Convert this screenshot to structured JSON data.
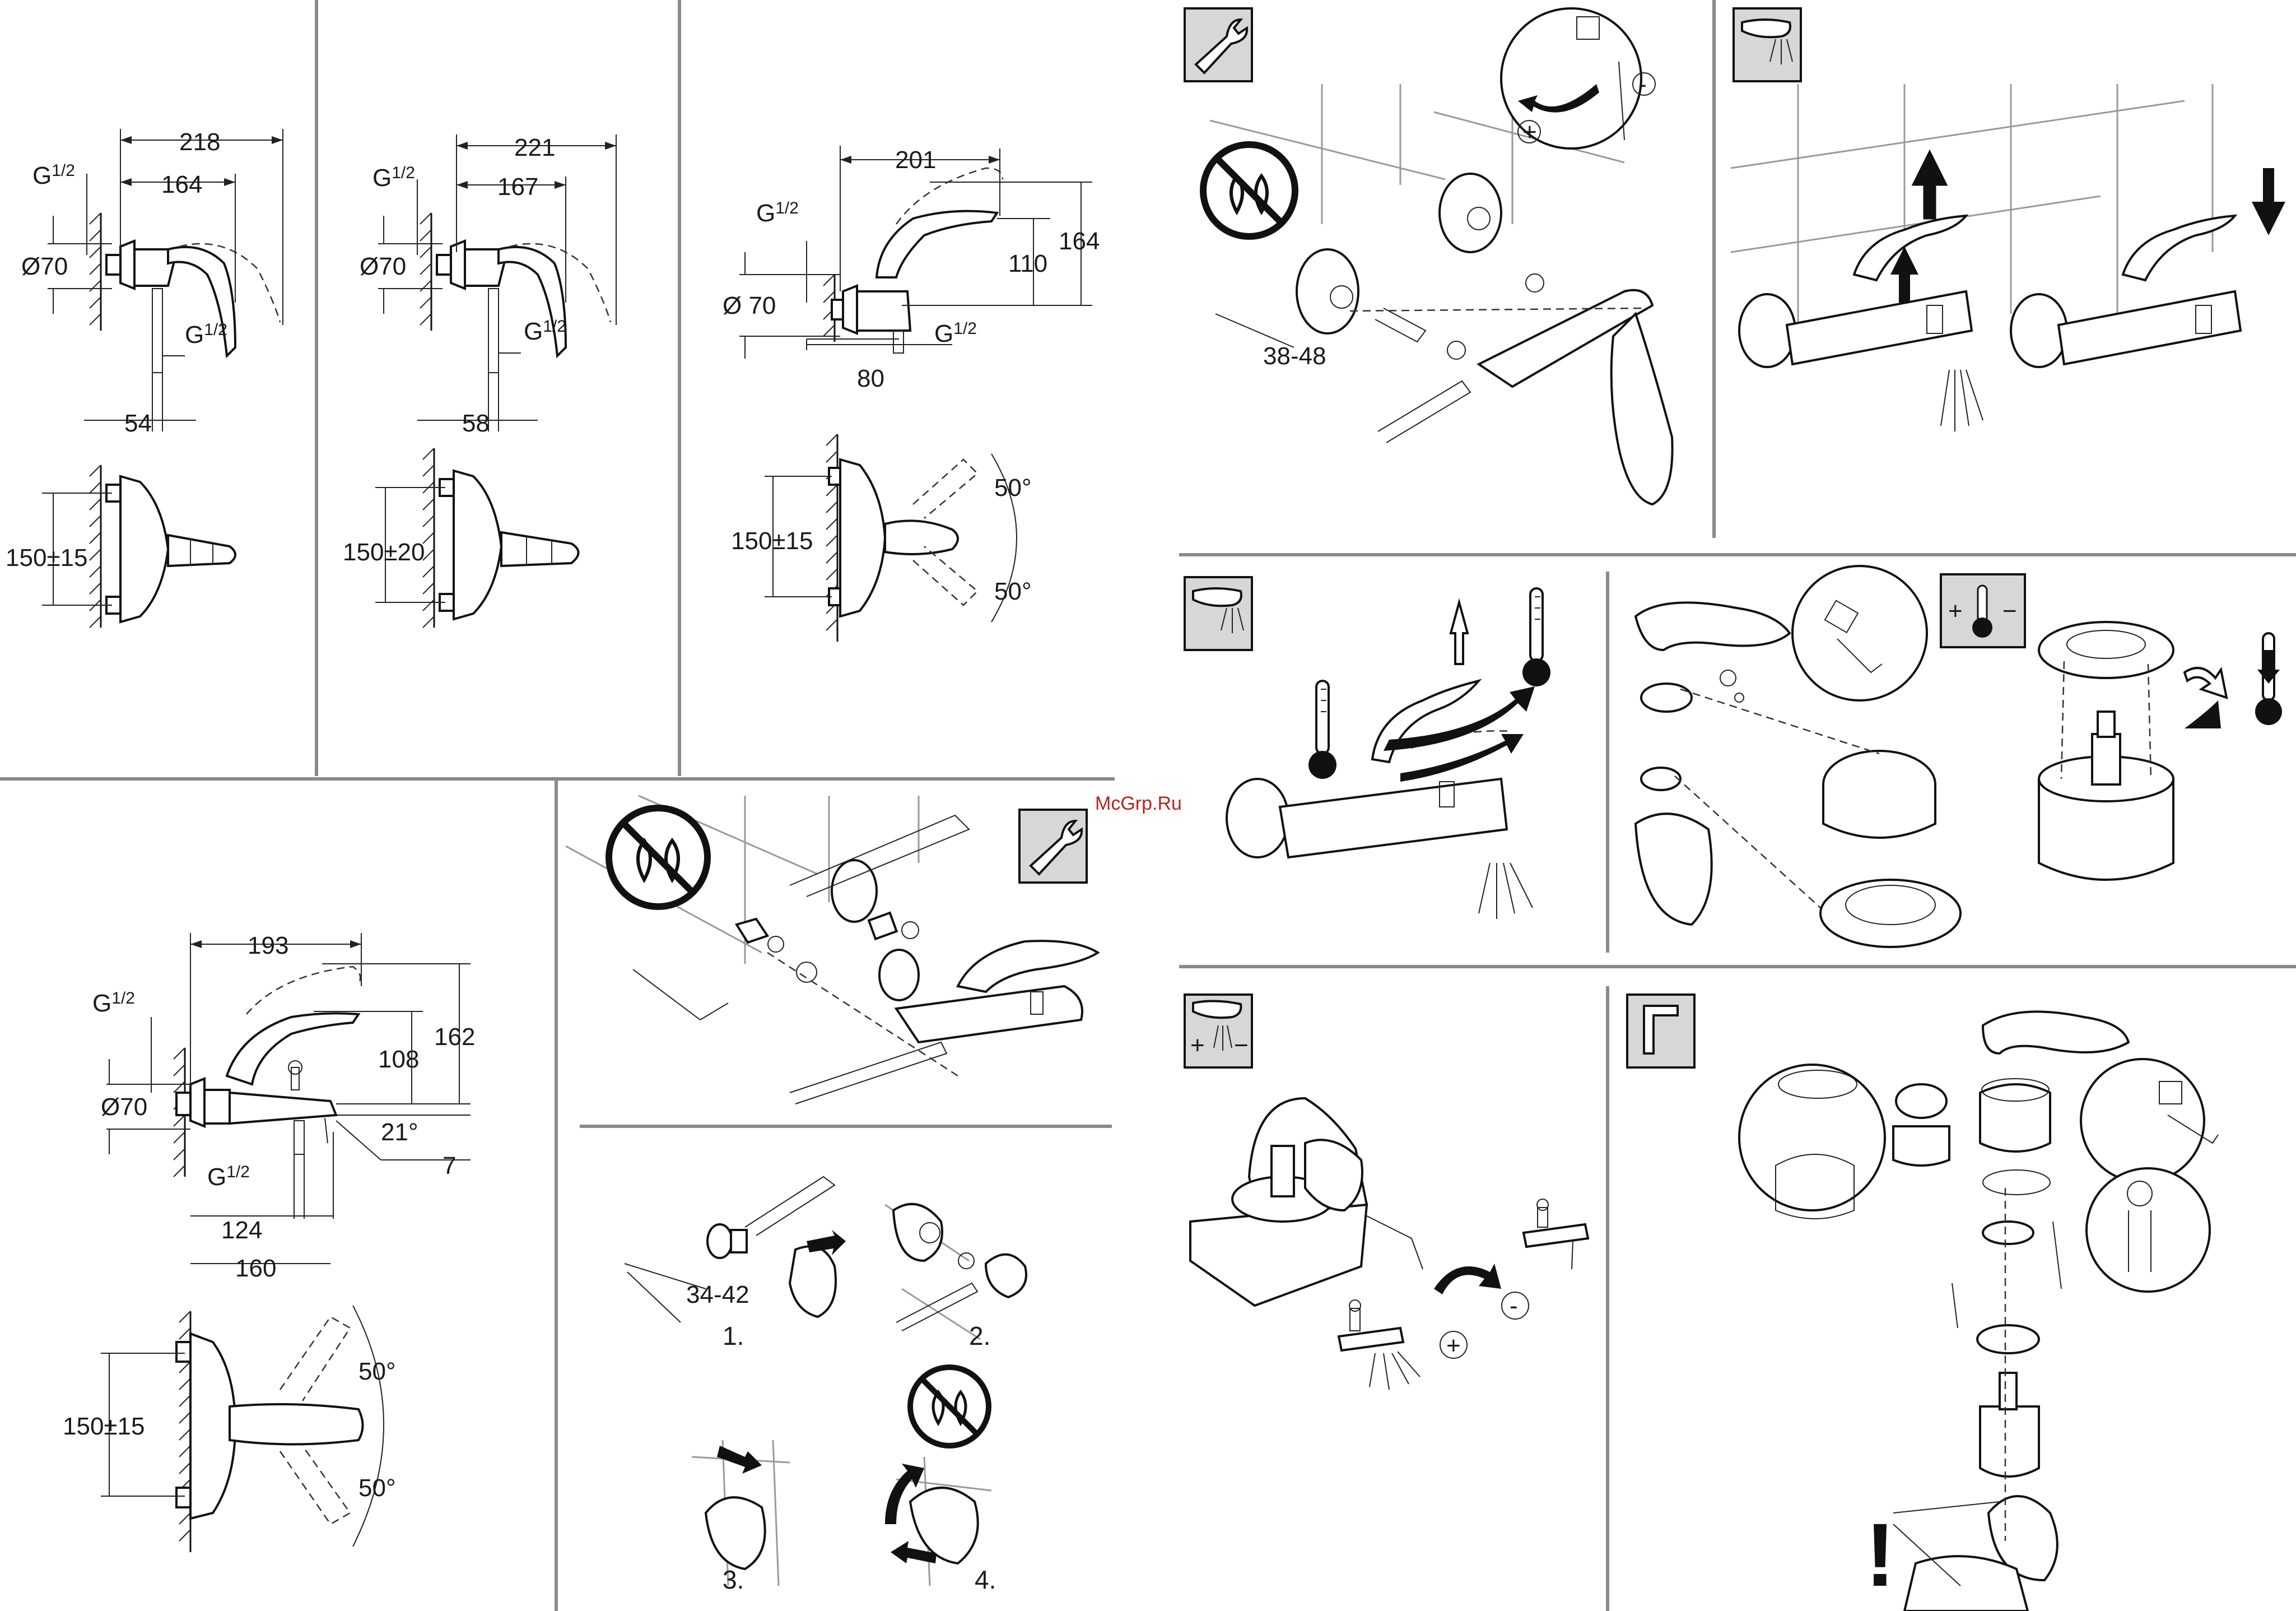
{
  "watermark": "McGrp.Ru",
  "dims": {
    "p1": {
      "w218": "218",
      "w164": "164",
      "g1": "G",
      "g1f": "1/2",
      "d70": "Ø70",
      "g2": "G",
      "g2f": "1/2",
      "w54": "54",
      "h150": "150±15"
    },
    "p2": {
      "w221": "221",
      "w167": "167",
      "g1": "G",
      "g1f": "1/2",
      "d70": "Ø70",
      "g2": "G",
      "g2f": "1/2",
      "w58": "58",
      "h150": "150±20"
    },
    "p3": {
      "w201": "201",
      "h164": "164",
      "h110": "110",
      "g1": "G",
      "g1f": "1/2",
      "d70": "Ø 70",
      "g2": "G",
      "g2f": "1/2",
      "w80": "80",
      "h150": "150±15",
      "a1": "50°",
      "a2": "50°"
    },
    "p4": {
      "w193": "193",
      "g1": "G",
      "g1f": "1/2",
      "h162": "162",
      "h108": "108",
      "d70": "Ø70",
      "a21": "21°",
      "g2": "G",
      "g2f": "1/2",
      "n7": "7",
      "w124": "124",
      "w160": "160",
      "h150": "150±15",
      "a1": "50°",
      "a2": "50°"
    },
    "i1": {
      "range": "38-48"
    },
    "i5": {
      "range": "34-42"
    }
  },
  "steps": [
    "1.",
    "2.",
    "3.",
    "4."
  ],
  "icons": {
    "wrench": "wrench-icon",
    "no_water": "no-water-icon",
    "flush": "faucet-flush-icon",
    "thermo": "thermometer-icon",
    "thermo_adjust": "temperature-adjust-icon",
    "flow_adjust": "flow-adjust-icon",
    "hex_key": "hex-key-icon",
    "warning": "exclamation-icon"
  },
  "symbols": {
    "plus": "+",
    "minus": "−",
    "plus_small": "+",
    "minus_small": "-",
    "exclaim": "!"
  }
}
